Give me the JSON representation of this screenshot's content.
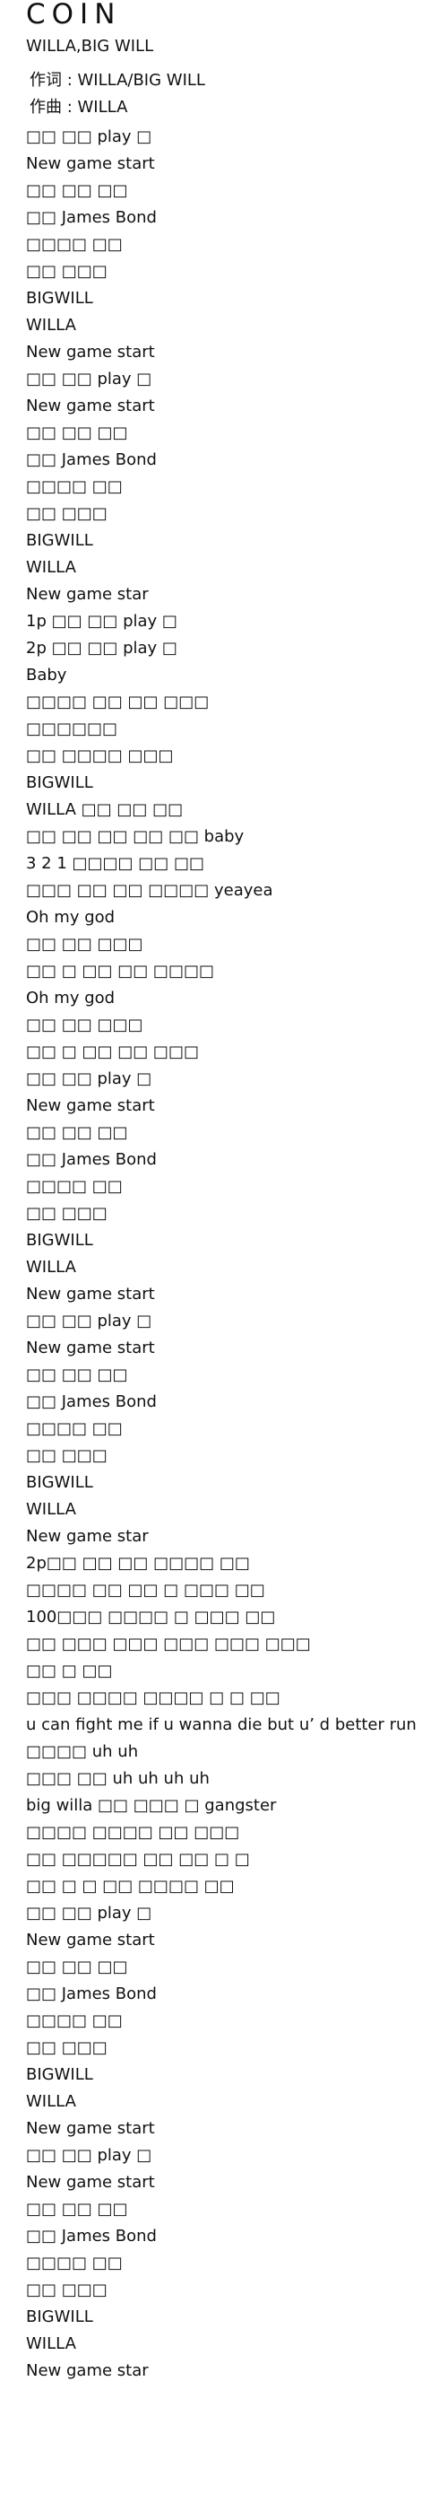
{
  "song": {
    "title": "COIN",
    "artist": "WILLA,BIG WILL",
    "lyricist": "作词 : WILLA/BIG WILL",
    "composer": "作曲 : WILLA"
  },
  "lyrics": [
    "□□ □□ play □",
    "New game start",
    "□□ □□ □□",
    "□□ James Bond",
    "□□□□ □□",
    "□□ □□□",
    "BIGWILL",
    "WILLA",
    "New game start",
    "□□ □□ play □",
    "New game start",
    "□□ □□ □□",
    "□□ James Bond",
    "□□□□ □□",
    "□□ □□□",
    "BIGWILL",
    "WILLA",
    "New game star",
    "1p □□ □□ play □",
    "2p □□ □□ play □",
    "Baby",
    "□□□□ □□ □□ □□□",
    "□□□□□□",
    "□□ □□□□ □□□",
    "BIGWILL",
    "WILLA □□ □□ □□",
    "□□ □□ □□ □□ □□ baby",
    "3 2 1 □□□□ □□ □□",
    "□□□ □□ □□ □□□□ yeayea",
    "Oh my god",
    "□□ □□ □□□",
    "□□ □ □□ □□ □□□□",
    "Oh my god",
    "□□ □□ □□□",
    "□□ □ □□ □□ □□□",
    "□□ □□ play □",
    "New game start",
    "□□ □□ □□",
    "□□ James Bond",
    "□□□□ □□",
    "□□ □□□",
    "BIGWILL",
    "WILLA",
    "New game start",
    "□□ □□ play □",
    "New game start",
    "□□ □□ □□",
    "□□ James Bond",
    "□□□□ □□",
    "□□ □□□",
    "BIGWILL",
    "WILLA",
    "New game star",
    "2p□□ □□ □□ □□□□ □□",
    "□□□□ □□ □□ □ □□□ □□",
    "100□□□ □□□□ □ □□□ □□",
    "□□ □□□ □□□ □□□ □□□ □□□",
    "□□ □ □□",
    "□□□ □□□□ □□□□ □ □ □□",
    "u can fight me if u wanna die but u’ d better run",
    "□□□□ uh uh",
    "□□□ □□ uh uh uh uh",
    "big willa □□ □□□ □ gangster",
    "□□□□ □□□□ □□ □□□",
    "□□ □□□□□ □□ □□ □ □",
    "□□ □ □ □□ □□□□ □□",
    "□□ □□ play □",
    "New game start",
    "□□ □□ □□",
    "□□ James Bond",
    "□□□□ □□",
    "□□ □□□",
    "BIGWILL",
    "WILLA",
    "New game start",
    "□□ □□ play □",
    "New game start",
    "□□ □□ □□",
    "□□ James Bond",
    "□□□□ □□",
    "□□ □□□",
    "BIGWILL",
    "WILLA",
    "New game star"
  ]
}
